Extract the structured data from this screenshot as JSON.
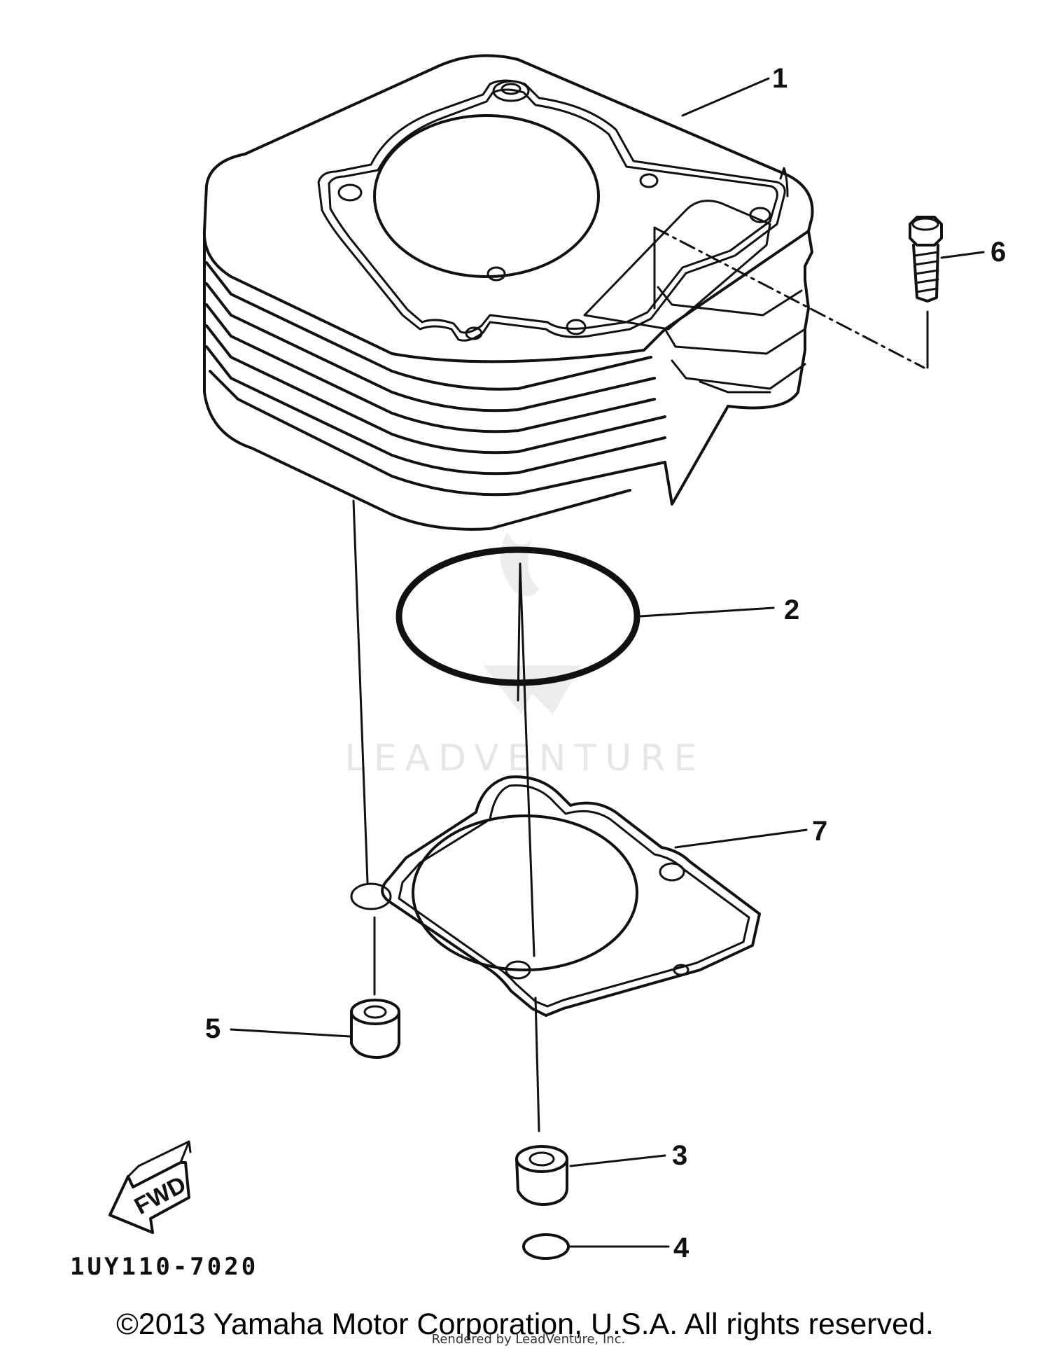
{
  "watermark": "LEADVENTURE",
  "callouts": [
    {
      "id": "1",
      "text": "1"
    },
    {
      "id": "2",
      "text": "2"
    },
    {
      "id": "3",
      "text": "3"
    },
    {
      "id": "4",
      "text": "4"
    },
    {
      "id": "5",
      "text": "5"
    },
    {
      "id": "6",
      "text": "6"
    },
    {
      "id": "7",
      "text": "7"
    }
  ],
  "fwd_label": "FWD",
  "diagram_code": "1UY110-7020",
  "copyright": "©2013 Yamaha Motor Corporation, U.S.A. All rights reserved.",
  "rendered_by": "Rendered by LeadVenture, Inc."
}
